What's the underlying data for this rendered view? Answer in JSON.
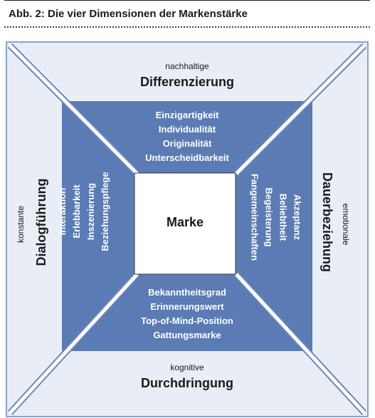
{
  "title": "Abb. 2: Die vier Dimensionen der Markenstärke",
  "center": "Marke",
  "colors": {
    "outer_fill": "#e9eef6",
    "inner_fill": "#5b7bb4",
    "line": "#6c86b9",
    "text": "#1a1a1a"
  },
  "top": {
    "small": "nachhaltige",
    "big": "Differenzierung",
    "items": [
      "Einzigartigkeit",
      "Individualität",
      "Originalität",
      "Unterscheidbarkeit"
    ]
  },
  "bottom": {
    "small": "kognitive",
    "big": "Durchdringung",
    "items": [
      "Bekanntheitsgrad",
      "Erinnerungswert",
      "Top-of-Mind-Position",
      "Gattungsmarke"
    ]
  },
  "left": {
    "small": "konstante",
    "big": "Dialogführung",
    "items": [
      "Interaktion",
      "Erlebbarkeit",
      "Inszenierung",
      "Beziehungspflege"
    ]
  },
  "right": {
    "small": "emotionale",
    "big": "Dauerbeziehung",
    "items": [
      "Akzeptanz",
      "Beliebtheit",
      "Begeisterung",
      "Fangemeinschaften"
    ]
  }
}
